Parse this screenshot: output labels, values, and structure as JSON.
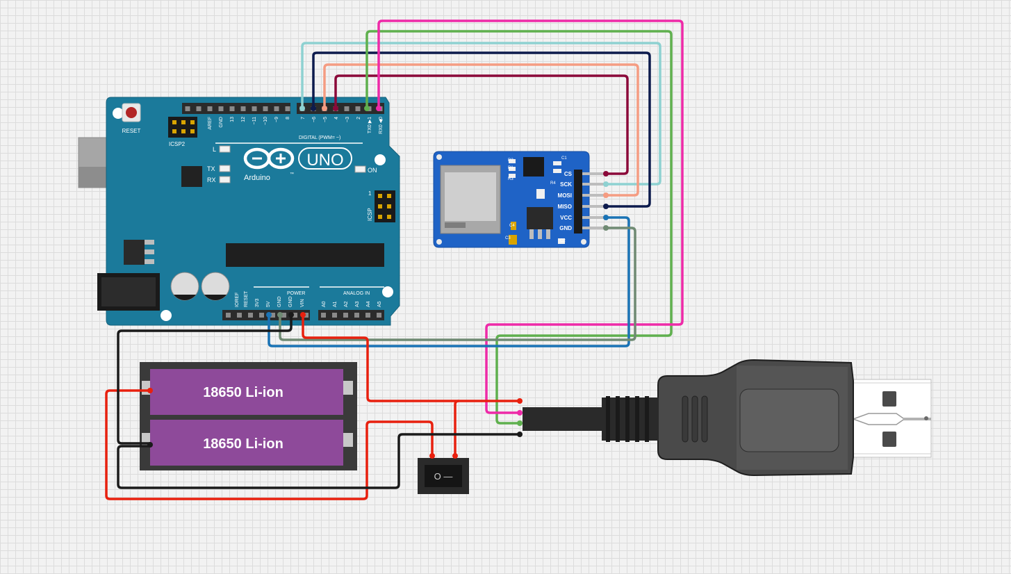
{
  "arduino": {
    "brand": "Arduino",
    "model": "UNO",
    "reset_label": "RESET",
    "icsp2_label": "ICSP2",
    "icsp_label": "ICSP",
    "icsp_pin1": "1",
    "on_label": "ON",
    "l_label": "L",
    "tx_label": "TX",
    "rx_label": "RX",
    "digital_label": "DIGITAL (PWM= ~)",
    "power_label": "POWER",
    "analog_label": "ANALOG IN",
    "tm": "™",
    "digital_pins": [
      "AREF",
      "GND",
      "13",
      "12",
      "~11",
      "~10",
      "~9",
      "8",
      "7",
      "~6",
      "~5",
      "4",
      "~3",
      "2",
      "TX0 ▶1",
      "RX0 ◀0"
    ],
    "power_pins": [
      "IOREF",
      "RESET",
      "3V3",
      "5V",
      "GND",
      "GND",
      "VIN"
    ],
    "analog_pins": [
      "A0",
      "A1",
      "A2",
      "A3",
      "A4",
      "A5"
    ]
  },
  "sd_module": {
    "pins": [
      "CS",
      "SCK",
      "MOSI",
      "MISO",
      "VCC",
      "GND"
    ],
    "component_labels": [
      "R2",
      "R1",
      "R3",
      "C1",
      "C2",
      "C3",
      "C4",
      "R4"
    ]
  },
  "batteries": [
    {
      "label": "18650 Li-ion"
    },
    {
      "label": "18650 Li-ion"
    }
  ],
  "switch": {
    "symbol": "O —"
  },
  "colors": {
    "board": "#1b7a9b",
    "wire_teal": "#8ed1d1",
    "wire_navy": "#0d1b4d",
    "wire_salmon": "#f59c82",
    "wire_maroon": "#8b0a3a",
    "wire_green": "#5fb04e",
    "wire_pink": "#ee2aa8",
    "wire_blue": "#1a73b5",
    "wire_gray": "#6f8a73",
    "wire_red": "#e8200e",
    "wire_black": "#1a1a1a",
    "battery": "#8e4a9a"
  }
}
